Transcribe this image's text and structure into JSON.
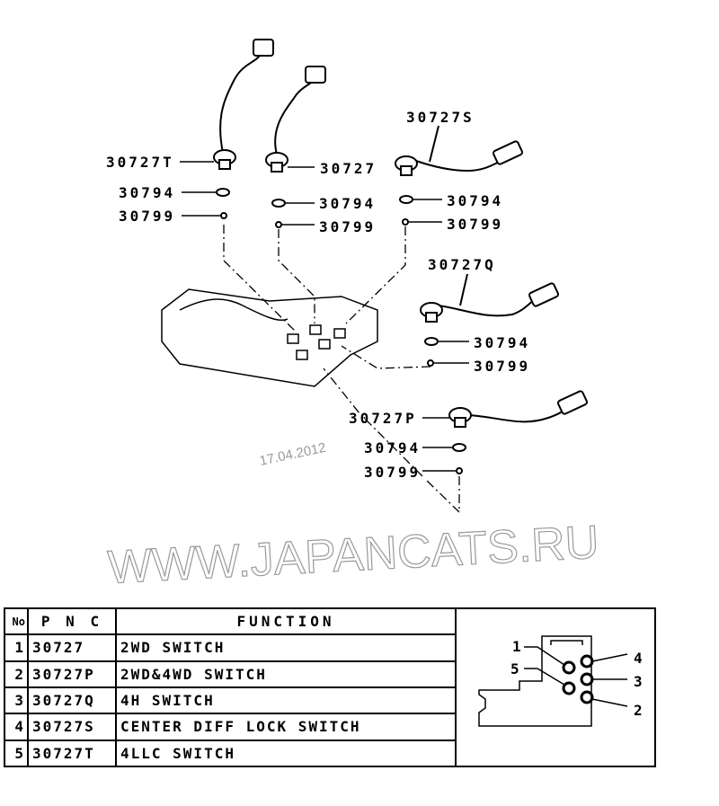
{
  "watermark": "WWW.JAPANCATS.RU",
  "date_stamp": "17.04.2012",
  "callouts": {
    "t": "30727T",
    "main": "30727",
    "s": "30727S",
    "q": "30727Q",
    "p": "30727P",
    "w1": "30794",
    "o1": "30799",
    "w2": "30794",
    "o2": "30799",
    "w3": "30794",
    "o3": "30799",
    "w4": "30794",
    "o4": "30799",
    "w5": "30794",
    "o5": "30799"
  },
  "table": {
    "headers": {
      "no": "No",
      "pnc": "P N C",
      "function": "FUNCTION"
    },
    "rows": [
      {
        "no": "1",
        "pnc": "30727",
        "function": "2WD SWITCH"
      },
      {
        "no": "2",
        "pnc": "30727P",
        "function": "2WD&4WD SWITCH"
      },
      {
        "no": "3",
        "pnc": "30727Q",
        "function": "4H SWITCH"
      },
      {
        "no": "4",
        "pnc": "30727S",
        "function": "CENTER DIFF LOCK SWITCH"
      },
      {
        "no": "5",
        "pnc": "30727T",
        "function": "4LLC SWITCH"
      }
    ],
    "connector_labels": [
      "1",
      "2",
      "3",
      "4",
      "5"
    ]
  }
}
